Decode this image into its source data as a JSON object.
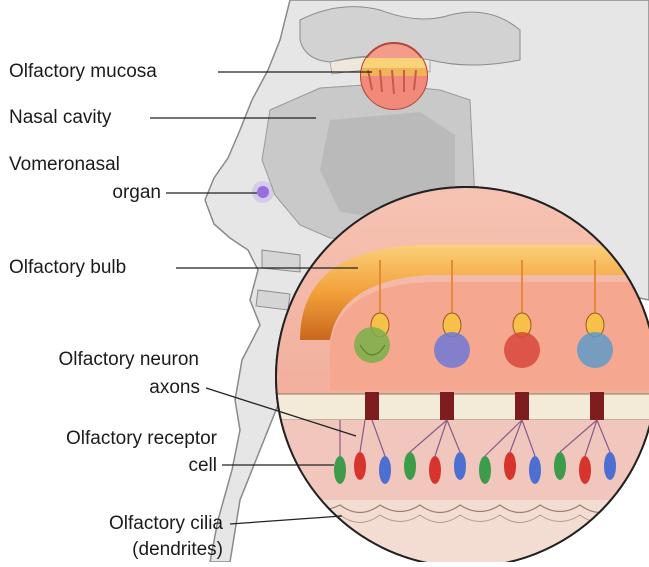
{
  "labels": {
    "olfactory_mucosa": "Olfactory mucosa",
    "nasal_cavity": "Nasal cavity",
    "vomeronasal_line1": "Vomeronasal",
    "vomeronasal_line2": "organ",
    "olfactory_bulb": "Olfactory bulb",
    "neuron_axons_line1": "Olfactory neuron",
    "neuron_axons_line2": "axons",
    "receptor_cell_line1": "Olfactory receptor",
    "receptor_cell_line2": "cell",
    "cilia_line1": "Olfactory cilia",
    "cilia_line2": "(dendrites)"
  },
  "colors": {
    "skull_gray": "#d8d8d8",
    "cavity_gray": "#bdbdbd",
    "bulb_orange": "#f0a33c",
    "tissue_pink": "#f3b3a3",
    "bone_cream": "#f3ead8",
    "purple": "#7b4fd6",
    "green": "#3d9b4a",
    "blue": "#4d6fd1",
    "red": "#d8342e"
  },
  "glomeruli": [
    {
      "color": "#7ab04a"
    },
    {
      "color": "#6f79d6"
    },
    {
      "color": "#d8463c"
    },
    {
      "color": "#5f9ac9"
    }
  ]
}
